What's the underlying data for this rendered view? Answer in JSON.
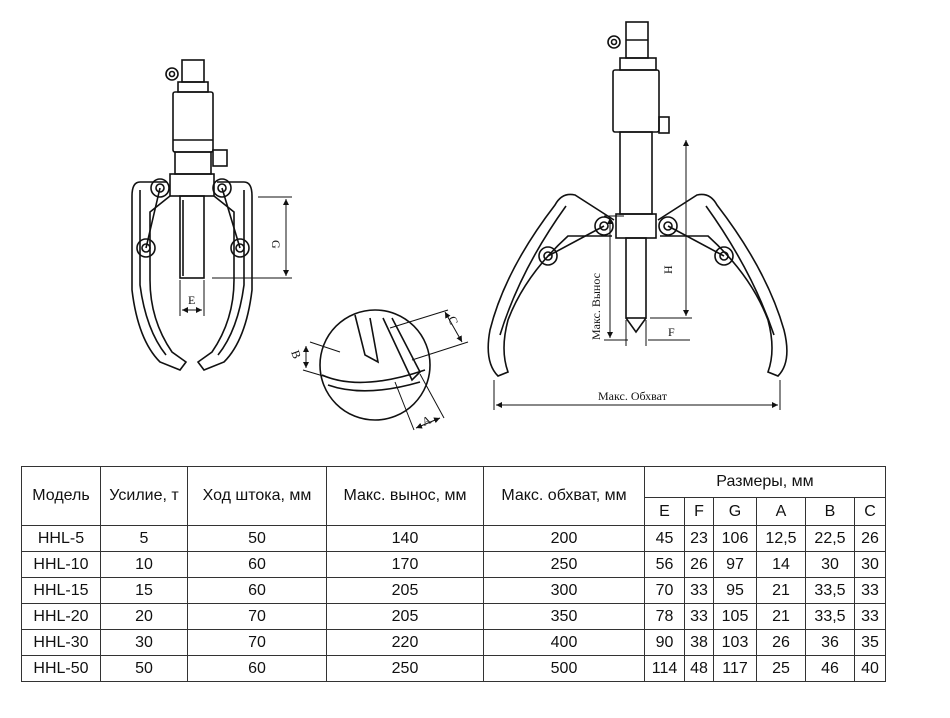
{
  "drawing_labels": {
    "G": "G",
    "E": "E",
    "C": "C",
    "B": "B",
    "A": "A",
    "H": "H",
    "F": "F",
    "max_reach": "Макс. Вынос",
    "max_spread": "Макс. Обхват"
  },
  "table": {
    "headers": {
      "model": "Модель",
      "force": "Усилие, т",
      "stroke": "Ход штока, мм",
      "reach": "Макс. вынос, мм",
      "spread": "Макс. обхват, мм",
      "dimensions": "Размеры, мм",
      "sub": [
        "E",
        "F",
        "G",
        "A",
        "B",
        "C"
      ]
    },
    "rows": [
      [
        "HHL-5",
        "5",
        "50",
        "140",
        "200",
        "45",
        "23",
        "106",
        "12,5",
        "22,5",
        "26"
      ],
      [
        "HHL-10",
        "10",
        "60",
        "170",
        "250",
        "56",
        "26",
        "97",
        "14",
        "30",
        "30"
      ],
      [
        "HHL-15",
        "15",
        "60",
        "205",
        "300",
        "70",
        "33",
        "95",
        "21",
        "33,5",
        "33"
      ],
      [
        "HHL-20",
        "20",
        "70",
        "205",
        "350",
        "78",
        "33",
        "105",
        "21",
        "33,5",
        "33"
      ],
      [
        "HHL-30",
        "30",
        "70",
        "220",
        "400",
        "90",
        "38",
        "103",
        "26",
        "36",
        "35"
      ],
      [
        "HHL-50",
        "50",
        "60",
        "250",
        "500",
        "114",
        "48",
        "117",
        "25",
        "46",
        "40"
      ]
    ]
  }
}
